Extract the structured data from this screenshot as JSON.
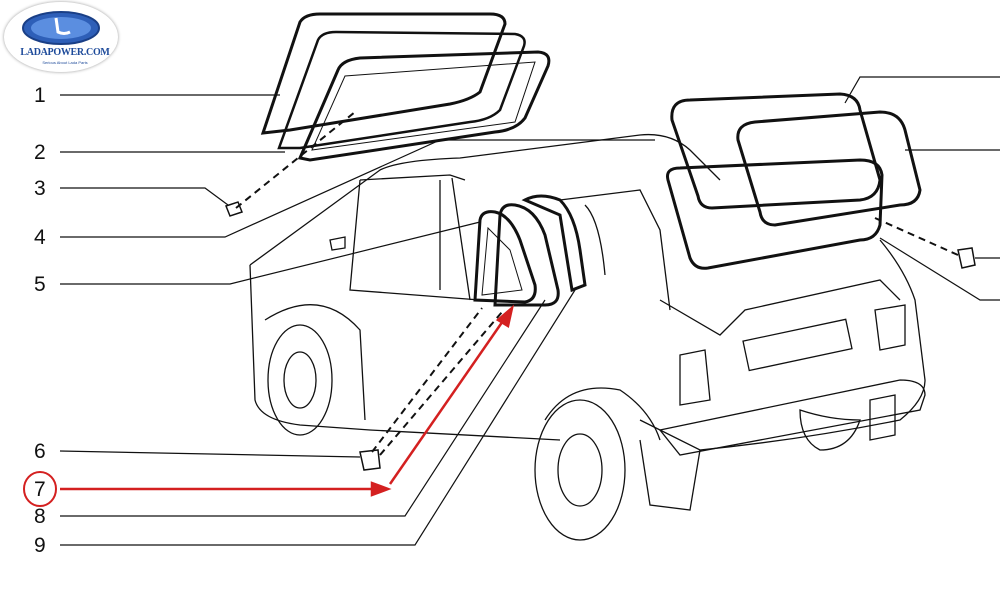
{
  "logo": {
    "brand": "LADAPOWER.COM",
    "tagline": "Serious About Lada Parts"
  },
  "labels": [
    "1",
    "2",
    "3",
    "4",
    "5",
    "6",
    "7",
    "8",
    "9"
  ],
  "highlight": {
    "label": "7",
    "color": "#d42020"
  }
}
